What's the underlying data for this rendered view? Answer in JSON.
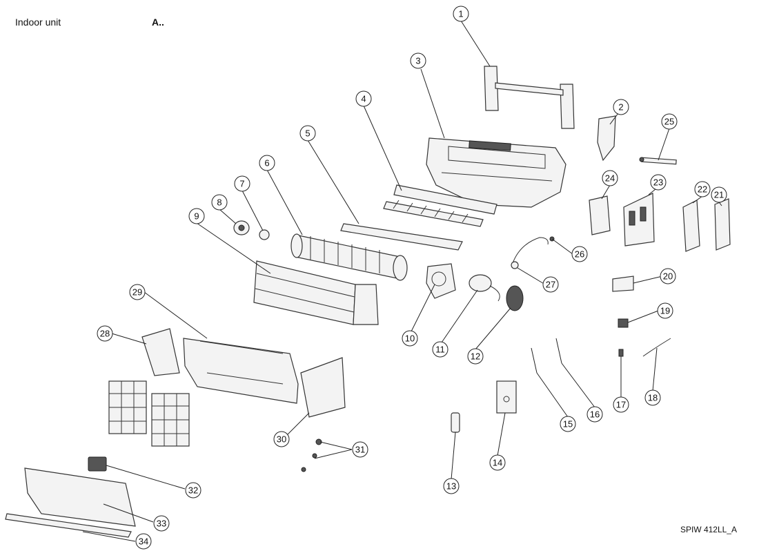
{
  "header": {
    "unit_label": "Indoor unit",
    "variant": "A.."
  },
  "footer": {
    "model_code": "SPIW 412LL_A"
  },
  "callouts": [
    "1",
    "2",
    "3",
    "4",
    "5",
    "6",
    "7",
    "8",
    "9",
    "10",
    "11",
    "12",
    "13",
    "14",
    "15",
    "16",
    "17",
    "18",
    "19",
    "20",
    "21",
    "22",
    "23",
    "24",
    "25",
    "26",
    "27",
    "28",
    "29",
    "30",
    "31",
    "32",
    "33",
    "34"
  ]
}
